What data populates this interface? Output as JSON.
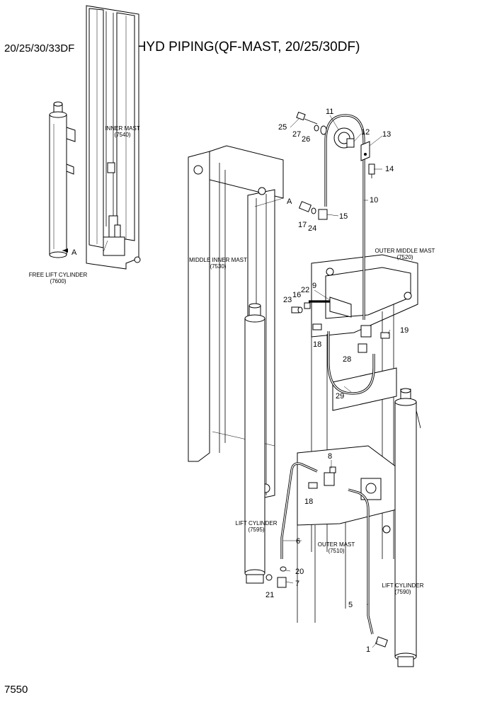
{
  "header": {
    "model": "20/25/30/33DF",
    "title": "MAST HYD PIPING(QF-MAST, 20/25/30DF)"
  },
  "footer": {
    "page_number": "7550"
  },
  "components": [
    {
      "name": "INNER MAST",
      "code": "(7540)"
    },
    {
      "name": "FREE LIFT CYLINDER",
      "code": "(7600)"
    },
    {
      "name": "MIDDLE INNER MAST",
      "code": "(7530)"
    },
    {
      "name": "OUTER MIDDLE MAST",
      "code": "(7520)"
    },
    {
      "name": "LIFT CYLINDER",
      "code": "(7595)"
    },
    {
      "name": "OUTER MAST",
      "code": "(7510)"
    },
    {
      "name": "LIFT CYLINDER",
      "code": "(7590)"
    }
  ],
  "detail_marker": "A",
  "part_numbers": [
    "1",
    "5",
    "6",
    "7",
    "8",
    "9",
    "10",
    "11",
    "12",
    "13",
    "14",
    "15",
    "16",
    "17",
    "18",
    "18",
    "19",
    "20",
    "21",
    "22",
    "23",
    "24",
    "25",
    "26",
    "27",
    "28",
    "29"
  ]
}
